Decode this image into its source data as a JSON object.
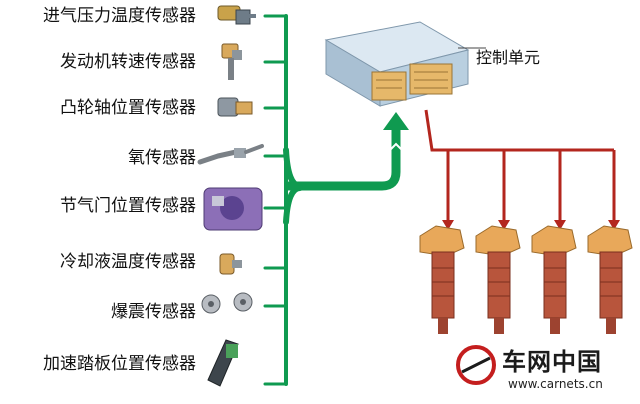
{
  "diagram": {
    "control_unit_label": "控制单元",
    "sensors": [
      {
        "label": "进气压力温度传感器",
        "icon": "intake-pressure-temp-sensor-icon"
      },
      {
        "label": "发动机转速传感器",
        "icon": "engine-speed-sensor-icon"
      },
      {
        "label": "凸轮轴位置传感器",
        "icon": "camshaft-position-sensor-icon"
      },
      {
        "label": "氧传感器",
        "icon": "oxygen-sensor-icon"
      },
      {
        "label": "节气门位置传感器",
        "icon": "throttle-position-sensor-icon"
      },
      {
        "label": "冷却液温度传感器",
        "icon": "coolant-temp-sensor-icon"
      },
      {
        "label": "爆震传感器",
        "icon": "knock-sensor-icon"
      },
      {
        "label": "加速踏板位置传感器",
        "icon": "accelerator-pedal-sensor-icon"
      }
    ],
    "actuator_icon": "ignition-coil-icon",
    "actuator_count": 4,
    "colors": {
      "input_bus": "#0f9a50",
      "output_bus": "#b3261e",
      "ecu_body": "#b9cfe0",
      "connector": "#e6b86a",
      "coil_head": "#e8a85a",
      "coil_body": "#b8553c"
    }
  },
  "watermark": {
    "name": "车网中国",
    "url": "www.carnets.cn",
    "logo_icon": "carnets-logo-icon"
  }
}
